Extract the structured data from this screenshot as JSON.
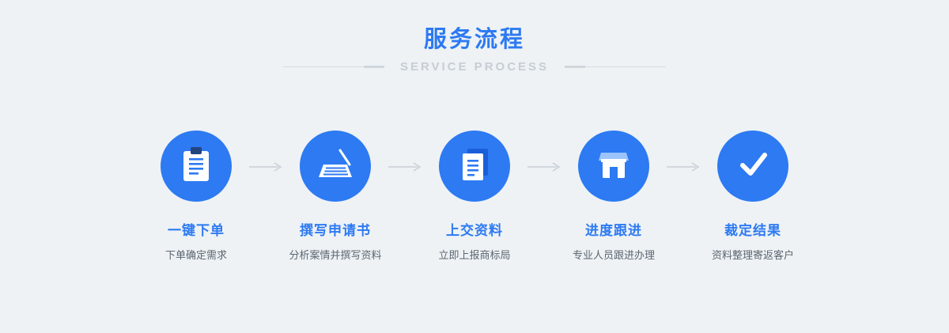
{
  "header": {
    "title": "服务流程",
    "subtitle": "SERVICE PROCESS"
  },
  "steps": [
    {
      "title": "一键下单",
      "desc": "下单确定需求",
      "icon": "clipboard-icon"
    },
    {
      "title": "撰写申请书",
      "desc": "分析案情并撰写资料",
      "icon": "keyboard-pen-icon"
    },
    {
      "title": "上交资料",
      "desc": "立即上报商标局",
      "icon": "documents-icon"
    },
    {
      "title": "进度跟进",
      "desc": "专业人员跟进办理",
      "icon": "storefront-icon"
    },
    {
      "title": "裁定结果",
      "desc": "资料整理寄返客户",
      "icon": "checkmark-icon"
    }
  ],
  "colors": {
    "accent": "#2d7af2",
    "background": "#eef2f5",
    "subtitle_gray": "#c6cdd4",
    "desc_gray": "#5c6670",
    "arrow_gray": "#c8cfd7"
  }
}
